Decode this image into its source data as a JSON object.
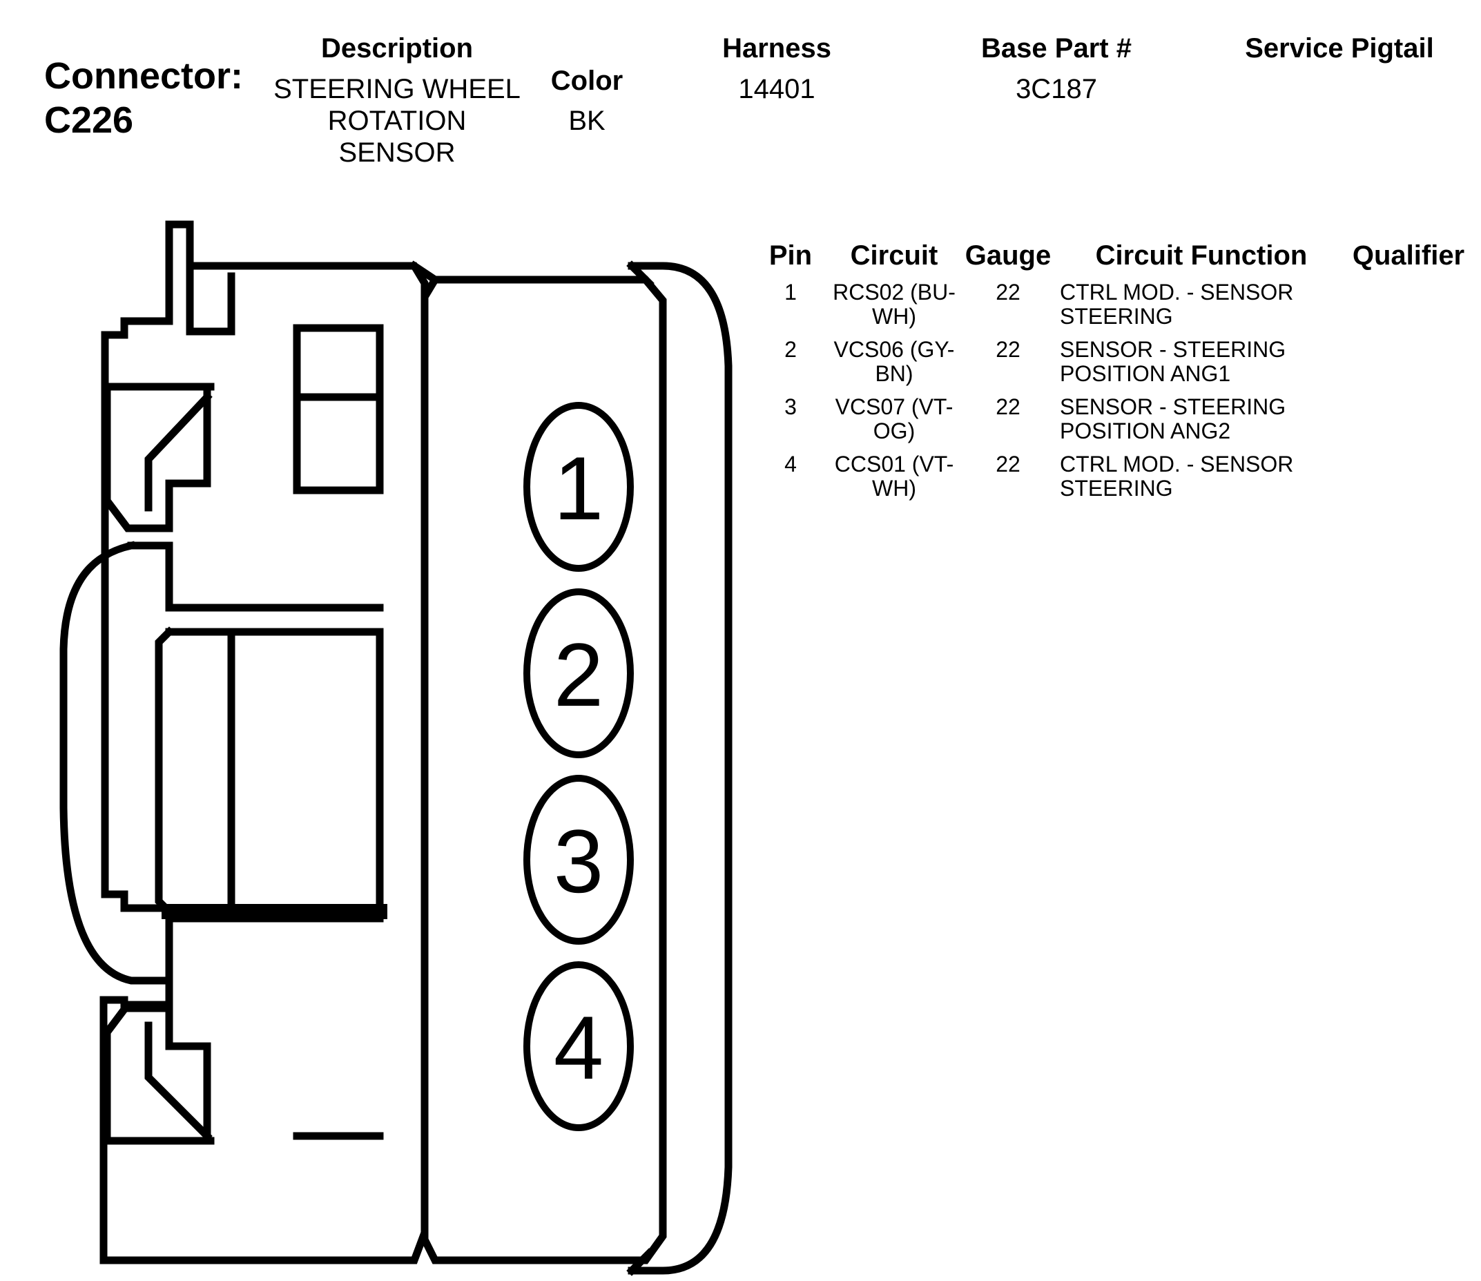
{
  "connector": {
    "label": "Connector:",
    "id": "C226"
  },
  "header": {
    "description_label": "Description",
    "description_lines": [
      "STEERING WHEEL",
      "ROTATION",
      "SENSOR"
    ],
    "color_label": "Color",
    "color_value": "BK",
    "harness_label": "Harness",
    "harness_value": "14401",
    "base_part_label": "Base Part #",
    "base_part_value": "3C187",
    "service_pigtail_label": "Service Pigtail",
    "service_pigtail_value": ""
  },
  "pin_table": {
    "columns": [
      "Pin",
      "Circuit",
      "Gauge",
      "Circuit Function",
      "Qualifier"
    ],
    "rows": [
      {
        "pin": "1",
        "circuit": [
          "RCS02 (BU-",
          "WH)"
        ],
        "gauge": "22",
        "function": [
          "CTRL MOD. - SENSOR",
          "STEERING"
        ],
        "qualifier": ""
      },
      {
        "pin": "2",
        "circuit": [
          "VCS06 (GY-",
          "BN)"
        ],
        "gauge": "22",
        "function": [
          "SENSOR - STEERING",
          "POSITION ANG1"
        ],
        "qualifier": ""
      },
      {
        "pin": "3",
        "circuit": [
          "VCS07 (VT-",
          "OG)"
        ],
        "gauge": "22",
        "function": [
          "SENSOR - STEERING",
          "POSITION ANG2"
        ],
        "qualifier": ""
      },
      {
        "pin": "4",
        "circuit": [
          "CCS01 (VT-",
          "WH)"
        ],
        "gauge": "22",
        "function": [
          "CTRL MOD. - SENSOR",
          "STEERING"
        ],
        "qualifier": ""
      }
    ]
  },
  "diagram": {
    "pin_labels": [
      "1",
      "2",
      "3",
      "4"
    ],
    "line_color": "#000000"
  }
}
